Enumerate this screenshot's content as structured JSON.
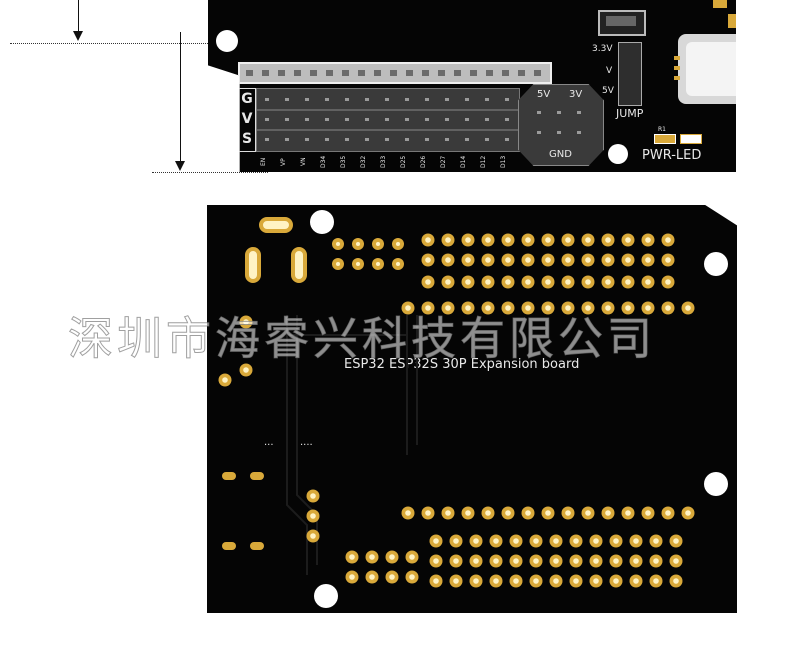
{
  "top_board": {
    "row_labels": [
      "G",
      "V",
      "S"
    ],
    "pin_labels": [
      "EN",
      "VP",
      "VN",
      "D34",
      "D35",
      "D32",
      "D33",
      "D25",
      "D26",
      "D27",
      "D14",
      "D12",
      "D13"
    ],
    "power_header": {
      "left": "5V",
      "right": "3V",
      "bottom": "GND"
    },
    "jumper": {
      "top": "3.3V",
      "mid": "V",
      "bottom": "5V",
      "caption": "JUMP"
    },
    "resistor_label": "R1",
    "led_label": "PWR-LED"
  },
  "bottom_board": {
    "title": "ESP32 ESP32S 30P Expansion board"
  },
  "watermark": "深圳市海睿兴科技有限公司",
  "colors": {
    "board": "#050505",
    "pad": "#d9a93a",
    "silk": "#e8e8e8"
  }
}
